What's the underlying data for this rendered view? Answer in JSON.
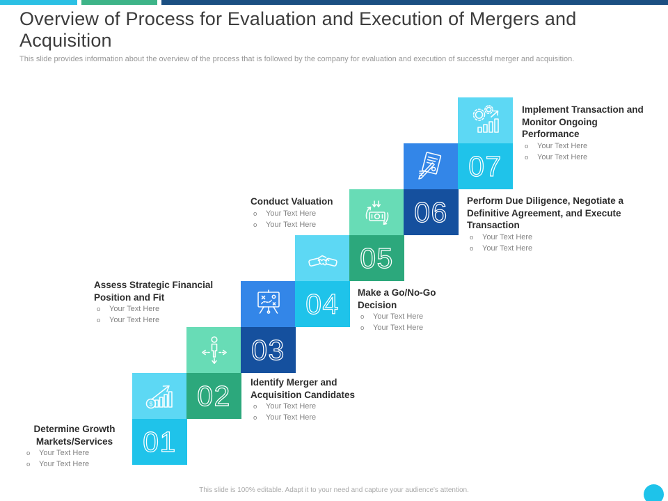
{
  "top_bar": {
    "segments": [
      {
        "name": "cyan",
        "color": "#2bc0e4"
      },
      {
        "name": "green",
        "color": "#3eb488"
      },
      {
        "name": "navy",
        "color": "#1b4f82"
      }
    ]
  },
  "header": {
    "title": "Overview of Process for Evaluation and Execution of Mergers and Acquisition",
    "subtitle": "This slide provides information about the overview of the process that is followed by the company for evaluation and execution of successful merger and acquisition."
  },
  "bullet_marker": "o",
  "steps": [
    {
      "number": "01",
      "title": "Determine Growth Markets/Services",
      "bullets": [
        "Your Text Here",
        "Your Text Here"
      ],
      "icon": "money-growth-icon",
      "number_tile_color": "#1fc3ea",
      "icon_tile_color": "#5dd8f4"
    },
    {
      "number": "02",
      "title": "Identify Merger and Acquisition Candidates",
      "bullets": [
        "Your Text Here",
        "Your Text Here"
      ],
      "icon": "person-direction-icon",
      "number_tile_color": "#2ca87c",
      "icon_tile_color": "#68dcb6"
    },
    {
      "number": "03",
      "title": "Assess Strategic Financial Position and Fit",
      "bullets": [
        "Your Text Here",
        "Your Text Here"
      ],
      "icon": "strategy-board-icon",
      "number_tile_color": "#15509e",
      "icon_tile_color": "#3386e8"
    },
    {
      "number": "04",
      "title": "Make a Go/No-Go Decision",
      "bullets": [
        "Your Text Here",
        "Your Text Here"
      ],
      "icon": "handshake-icon",
      "number_tile_color": "#1fc3ea",
      "icon_tile_color": "#5dd8f4"
    },
    {
      "number": "05",
      "title": "Conduct Valuation",
      "bullets": [
        "Your Text Here",
        "Your Text Here"
      ],
      "icon": "money-cycle-icon",
      "number_tile_color": "#2ca87c",
      "icon_tile_color": "#68dcb6"
    },
    {
      "number": "06",
      "title": "Perform Due Diligence, Negotiate a Definitive Agreement, and Execute Transaction",
      "bullets": [
        "Your Text Here",
        "Your Text Here"
      ],
      "icon": "contract-signing-icon",
      "number_tile_color": "#15509e",
      "icon_tile_color": "#3386e8"
    },
    {
      "number": "07",
      "title": "Implement Transaction and Monitor Ongoing Performance",
      "bullets": [
        "Your Text Here",
        "Your Text Here"
      ],
      "icon": "gears-performance-icon",
      "number_tile_color": "#1fc3ea",
      "icon_tile_color": "#5dd8f4"
    }
  ],
  "footer": {
    "text": "This slide is 100% editable. Adapt it to your need and capture your audience's attention.",
    "dot_color": "#1ec3ea"
  }
}
